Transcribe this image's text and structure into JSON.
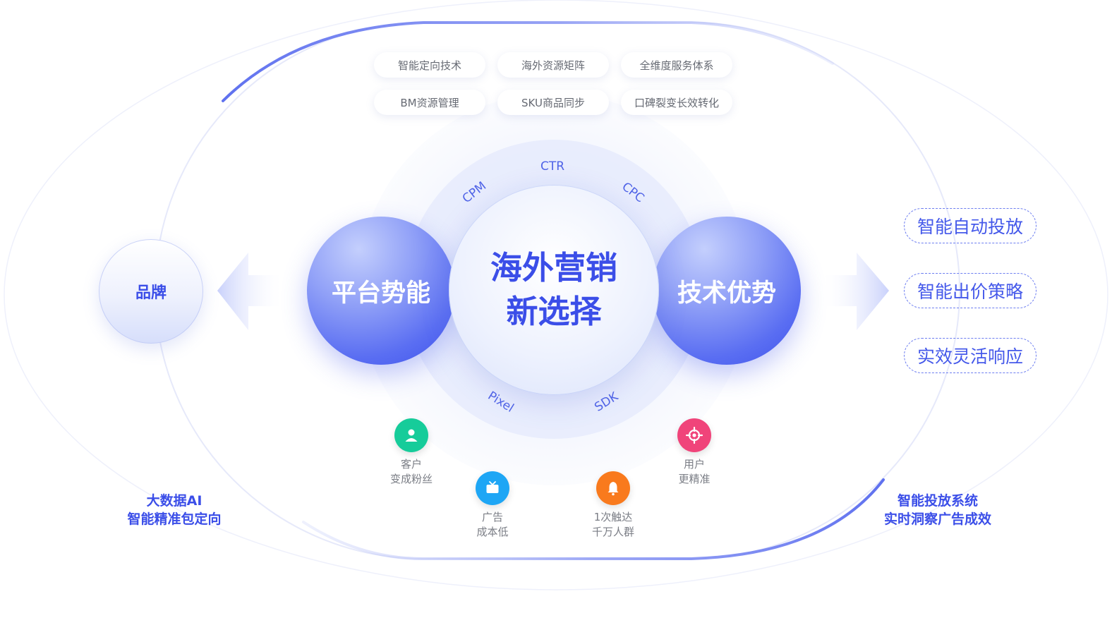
{
  "top_pills": [
    "智能定向技术",
    "海外资源矩阵",
    "全维度服务体系",
    "BM资源管理",
    "SKU商品同步",
    "口碑裂变长效转化"
  ],
  "core": {
    "line1": "海外营销",
    "line2": "新选择"
  },
  "left_ball": "平台势能",
  "right_ball": "技术优势",
  "brand": "品牌",
  "metrics": {
    "ctr": "CTR",
    "cpm": "CPM",
    "cpc": "CPC",
    "pixel": "Pixel",
    "sdk": "SDK"
  },
  "features": [
    "智能自动投放",
    "智能出价策略",
    "实效灵活响应"
  ],
  "benefits": [
    {
      "icon": "user-icon",
      "color": "#16cc9a",
      "line1": "客户",
      "line2": "变成粉丝"
    },
    {
      "icon": "tv-icon",
      "color": "#1ea6f5",
      "line1": "广告",
      "line2": "成本低"
    },
    {
      "icon": "bell-icon",
      "color": "#f97a1d",
      "line1": "1次触达",
      "line2": "千万人群"
    },
    {
      "icon": "target-icon",
      "color": "#f0447a",
      "line1": "用户",
      "line2": "更精准"
    }
  ],
  "captions": {
    "left": {
      "line1": "大数据AI",
      "line2": "智能精准包定向"
    },
    "right": {
      "line1": "智能投放系统",
      "line2": "实时洞察广告成效"
    }
  },
  "colors": {
    "accent": "#3b4ee8",
    "ring": "#6f80f2"
  }
}
